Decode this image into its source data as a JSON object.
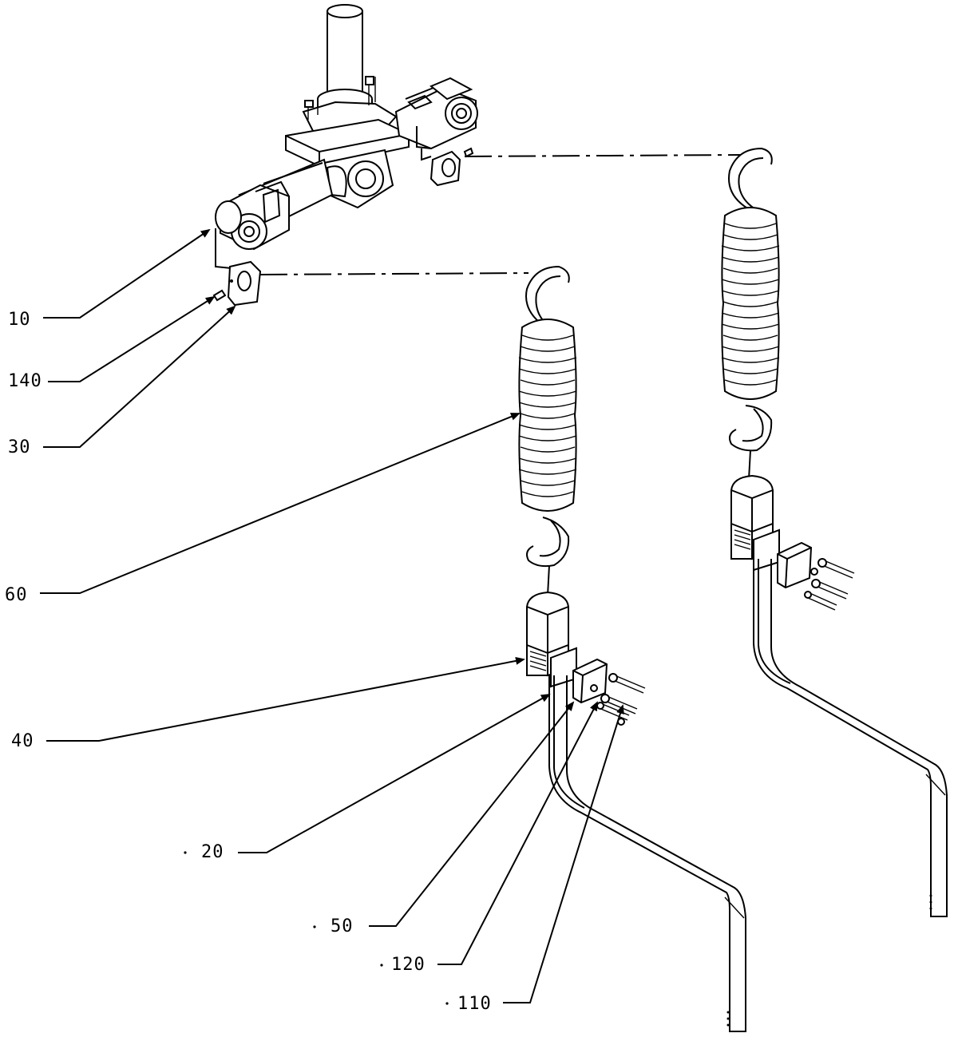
{
  "figure": {
    "labels": [
      {
        "id": "10",
        "text": "10"
      },
      {
        "id": "140",
        "text": "140"
      },
      {
        "id": "30",
        "text": "30"
      },
      {
        "id": "60",
        "text": "60"
      },
      {
        "id": "40",
        "text": "40"
      },
      {
        "id": "20",
        "text": "20"
      },
      {
        "id": "50",
        "text": "50"
      },
      {
        "id": "120",
        "text": "120"
      },
      {
        "id": "110",
        "text": "110"
      }
    ]
  }
}
